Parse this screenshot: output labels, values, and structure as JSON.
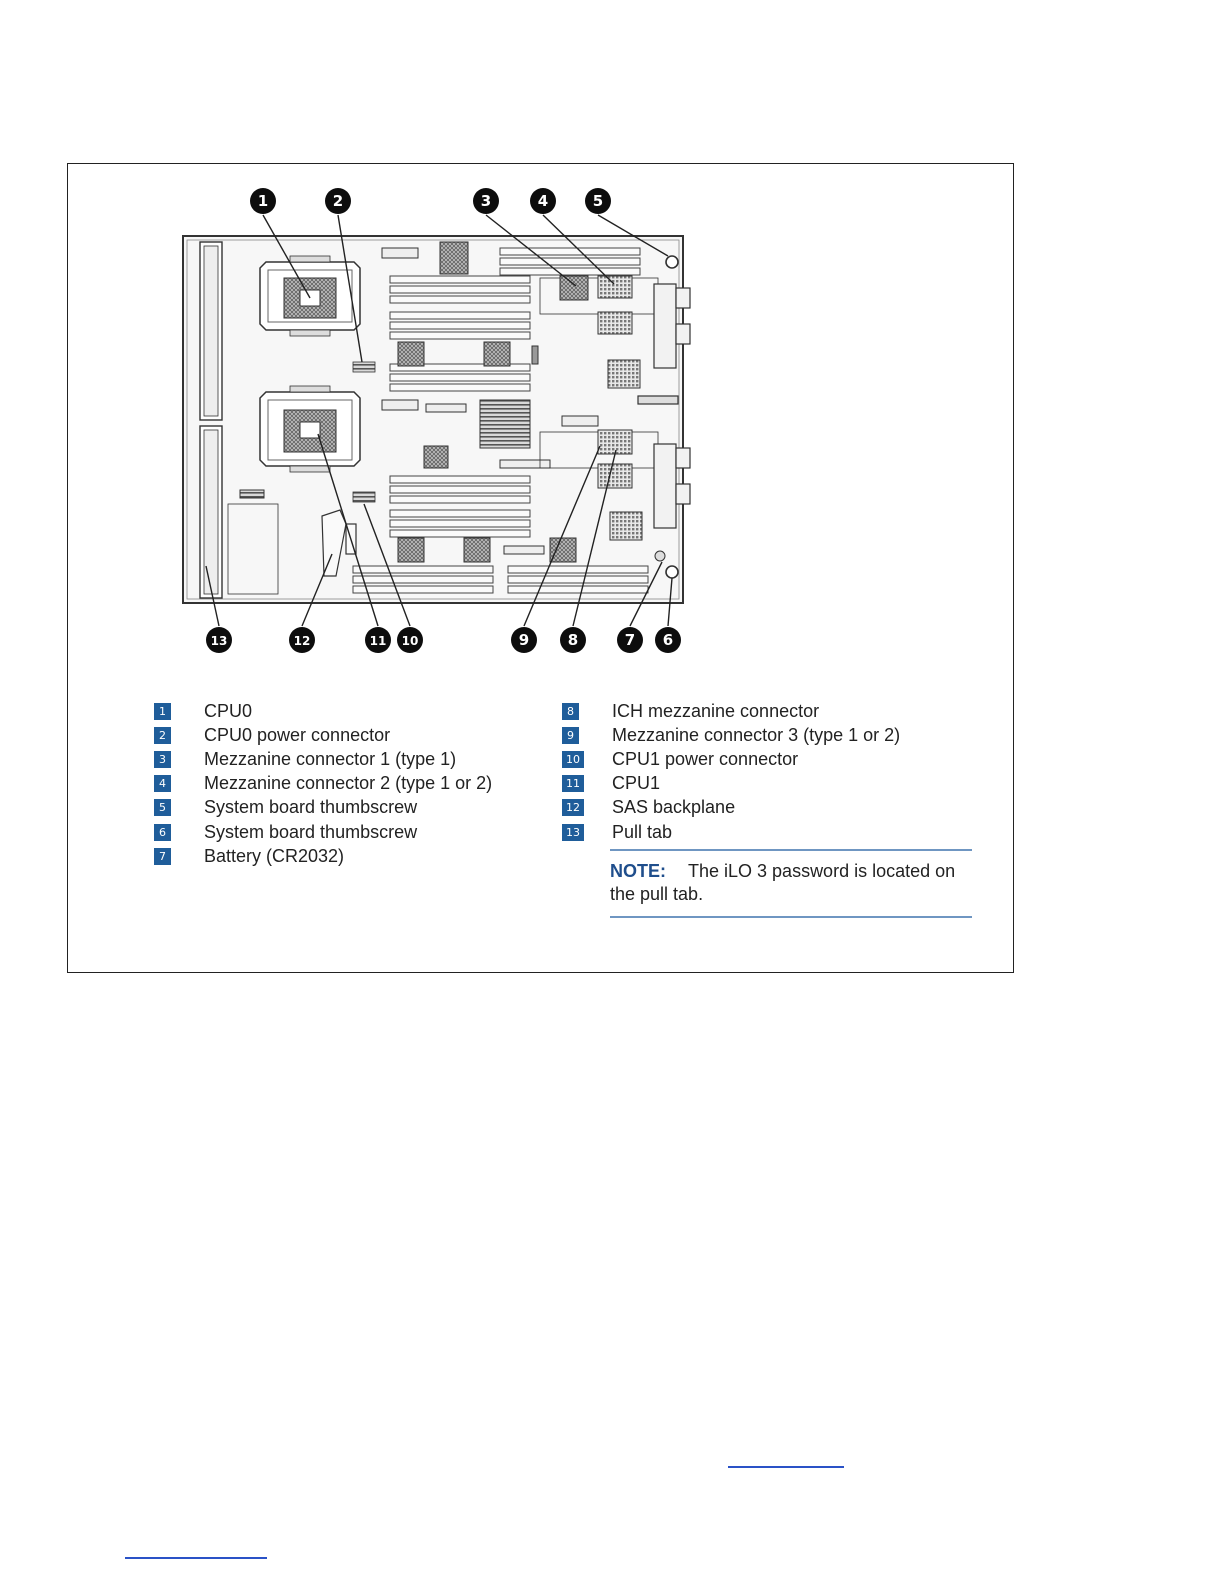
{
  "callouts": [
    "1",
    "2",
    "3",
    "4",
    "5",
    "6",
    "7",
    "8",
    "9",
    "10",
    "11",
    "12",
    "13"
  ],
  "legend": {
    "left": [
      {
        "num": "1",
        "label": "CPU0"
      },
      {
        "num": "2",
        "label": "CPU0 power connector"
      },
      {
        "num": "3",
        "label": "Mezzanine connector 1 (type 1)"
      },
      {
        "num": "4",
        "label": "Mezzanine connector 2 (type 1 or 2)"
      },
      {
        "num": "5",
        "label": "System board thumbscrew"
      },
      {
        "num": "6",
        "label": "System board thumbscrew"
      },
      {
        "num": "7",
        "label": "Battery (CR2032)"
      }
    ],
    "right": [
      {
        "num": "8",
        "label": "ICH mezzanine connector"
      },
      {
        "num": "9",
        "label": "Mezzanine connector 3 (type 1 or 2)"
      },
      {
        "num": "10",
        "label": "CPU1 power connector"
      },
      {
        "num": "11",
        "label": "CPU1"
      },
      {
        "num": "12",
        "label": "SAS backplane"
      },
      {
        "num": "13",
        "label": "Pull tab"
      }
    ]
  },
  "note": {
    "label": "NOTE:",
    "text": "The iLO 3 password is located on the pull tab."
  },
  "colors": {
    "legend_box": "#1f5d9a",
    "note_rule": "#6f96c2",
    "note_label": "#1f4e8c",
    "link": "#2a52c7"
  }
}
